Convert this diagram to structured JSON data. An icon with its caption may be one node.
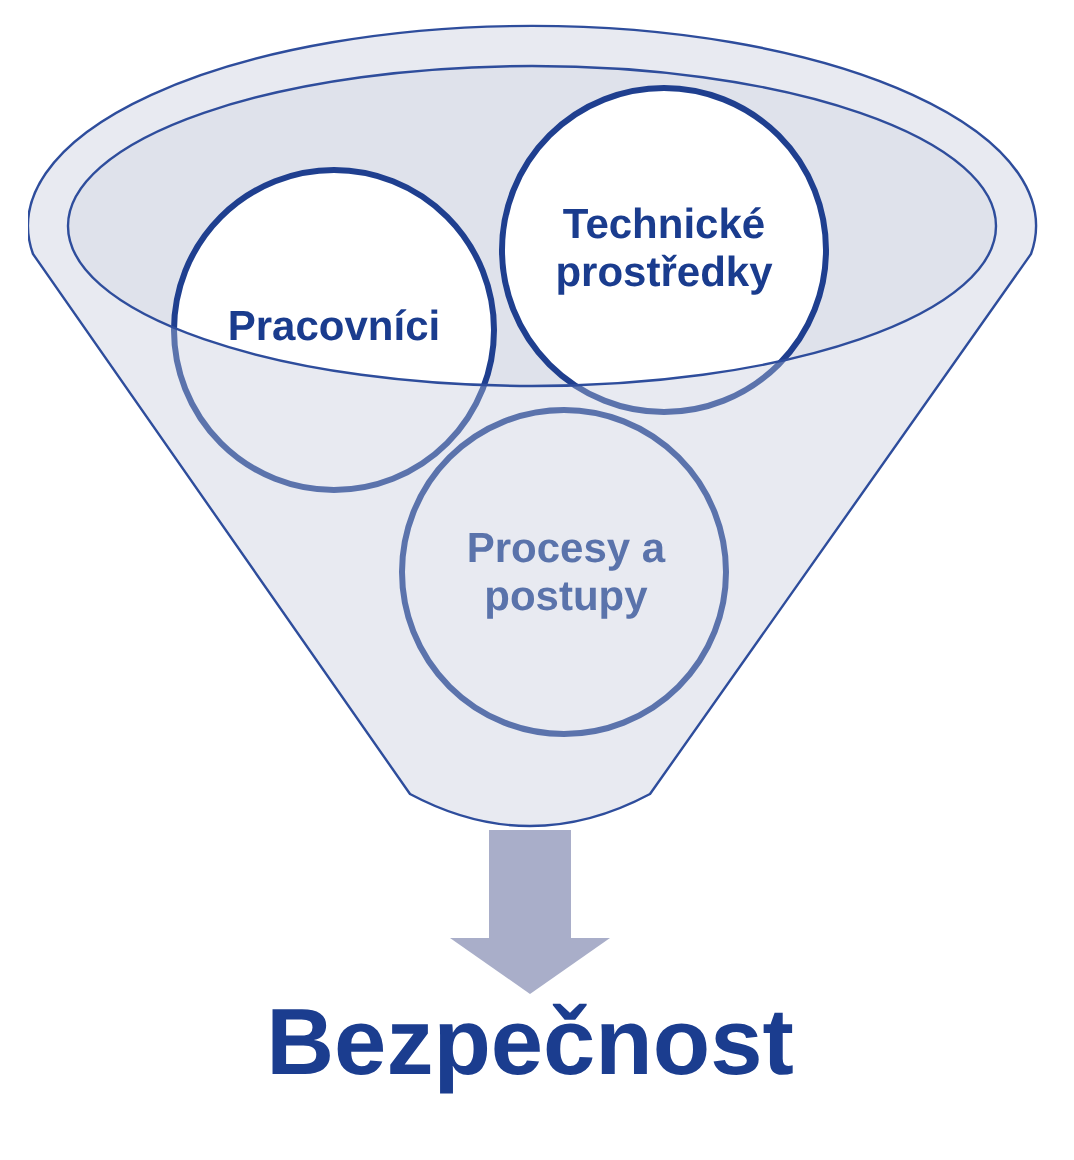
{
  "diagram": {
    "nodes": [
      {
        "text": [],
        "shape": "funnel"
      },
      {
        "text": [
          "Pracovníci"
        ],
        "in": 0
      },
      {
        "text": [
          "Technické prostředky"
        ],
        "in": 0
      },
      {
        "text": [
          "Procesy a postupy"
        ],
        "in": 0
      },
      {
        "text": [
          "Bezpečnost"
        ]
      }
    ],
    "edges": [
      {
        "from": 0,
        "to": 4,
        "arrow": "to"
      }
    ]
  }
}
